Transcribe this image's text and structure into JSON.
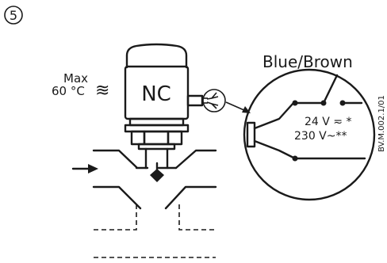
{
  "step_number": "5",
  "actuator_label": "NC",
  "temperature": {
    "line1": "Max",
    "line2": "60 °C",
    "symbol": "≋"
  },
  "wire_colors": "Blue/Brown",
  "voltages": {
    "dc_line": "24 V ≂ *",
    "ac_line": "230 V~**"
  },
  "document_code": "BV.M.002.1/01"
}
